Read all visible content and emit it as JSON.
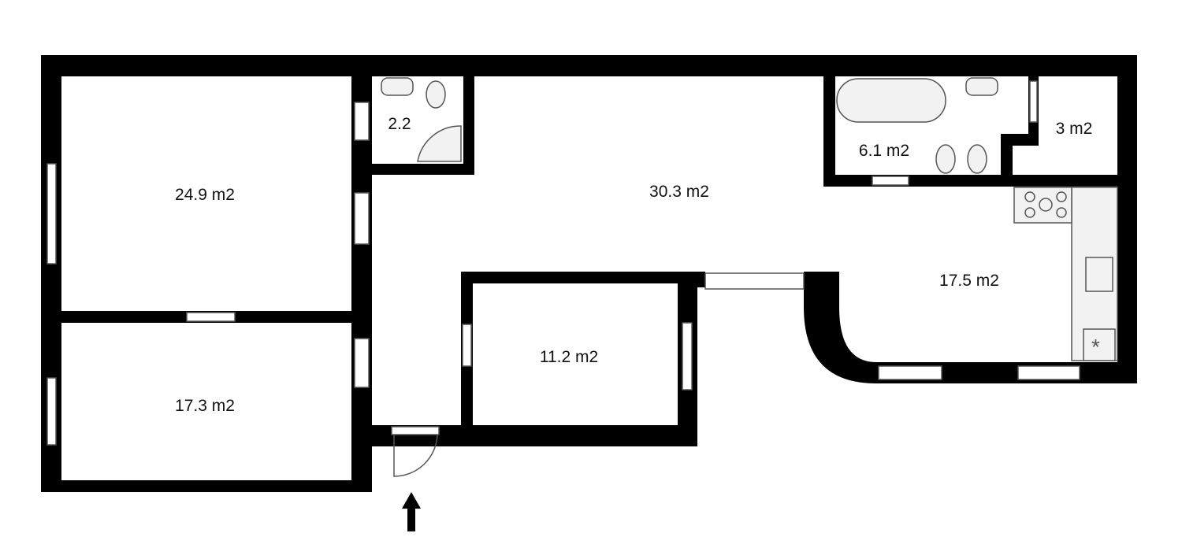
{
  "plan": {
    "rooms": [
      {
        "id": "bedroom-large",
        "area": "24.9 m2"
      },
      {
        "id": "bedroom-small",
        "area": "17.3 m2"
      },
      {
        "id": "wc",
        "area": "2.2"
      },
      {
        "id": "living-hall",
        "area": "30.3 m2"
      },
      {
        "id": "room-middle",
        "area": "11.2 m2"
      },
      {
        "id": "bathroom",
        "area": "6.1 m2"
      },
      {
        "id": "storage",
        "area": "3 m2"
      },
      {
        "id": "kitchen",
        "area": "17.5 m2"
      }
    ],
    "entrance_icon": "arrow-up-icon",
    "colors": {
      "wall": "#000000",
      "background": "#ffffff"
    }
  }
}
